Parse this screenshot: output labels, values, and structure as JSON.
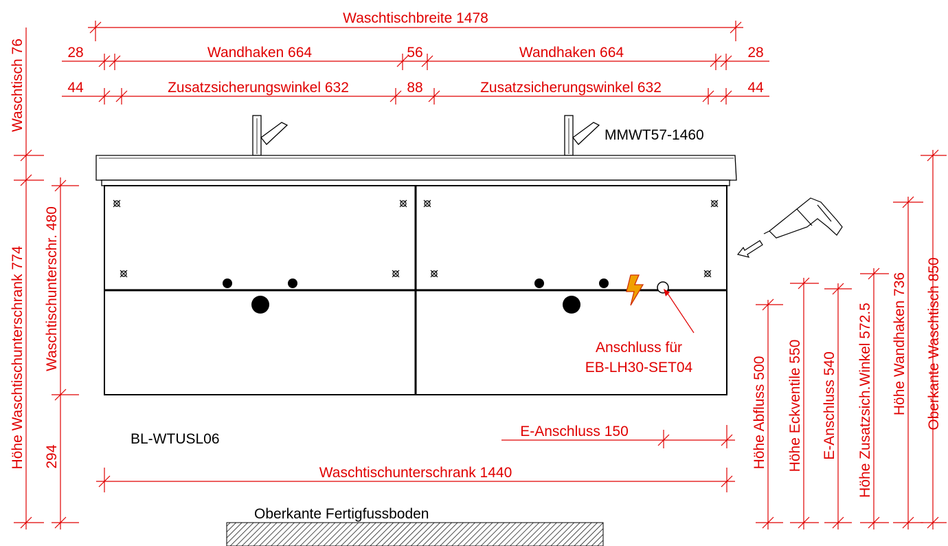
{
  "colors": {
    "dimension": "#e00000",
    "outline": "#000000",
    "warning_bolt": "#f0a000"
  },
  "labels": {
    "waschtischbreite": "Waschtischbreite  1478",
    "w28_left": "28",
    "wandhaken_left": "Wandhaken  664",
    "w56": "56",
    "wandhaken_right": "Wandhaken  664",
    "w28_right": "28",
    "w44_left": "44",
    "zusatz_left": "Zusatzsicherungswinkel  632",
    "w88": "88",
    "zusatz_right": "Zusatzsicherungswinkel  632",
    "w44_right": "44",
    "model_top": "MMWT57-1460",
    "waschtisch_76": "Waschtisch 76",
    "hoehe_unterschrank": "Höhe Waschtischunterschrank 774",
    "unterschrank_480": "Waschtischunterschr. 480",
    "h294": "294",
    "anschluss_line1": "Anschluss für",
    "anschluss_line2": "EB-LH30-SET04",
    "model_bottom": "BL-WTUSL06",
    "e_anschluss_150": "E-Anschluss 150",
    "unterschrank_1440": "Waschtischunterschrank  1440",
    "oberkante_boden": "Oberkante Fertigfussboden",
    "hoehe_abfluss": "Höhe Abfluss 500",
    "hoehe_eckventile": "Höhe Eckventile  550",
    "e_anschluss_540": "E-Anschluss 540",
    "hoehe_zusatzwinkel": "Höhe Zusatzsich.Winkel  572.5",
    "hoehe_wandhaken": "Höhe Wandhaken  736",
    "oberkante_waschtisch": "Oberkante Waschtisch  850"
  },
  "icons": [
    "faucet-icon",
    "screw-icon",
    "lightning-bolt-icon",
    "drill-icon",
    "arrow-icon",
    "floor-hatch"
  ]
}
